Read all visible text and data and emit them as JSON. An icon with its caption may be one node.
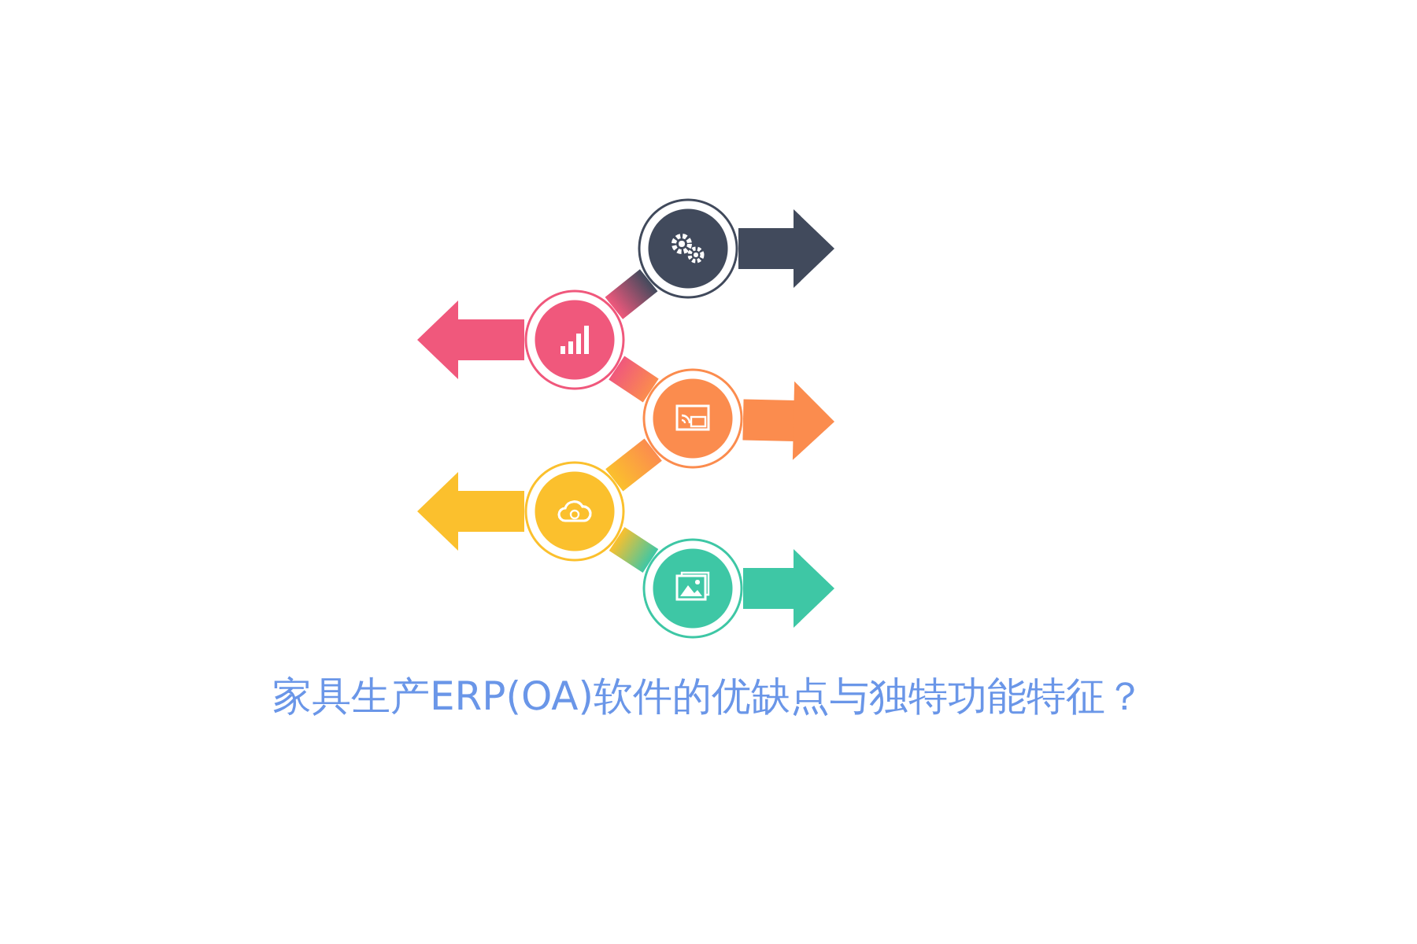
{
  "diagram": {
    "title": "家具生产ERP(OA)软件的优缺点与独特功能特征？",
    "nodes": [
      {
        "text": [],
        "shape": "circle"
      },
      {
        "text": [],
        "shape": "circle"
      },
      {
        "text": [],
        "shape": "circle"
      },
      {
        "text": [],
        "shape": "circle"
      },
      {
        "text": [],
        "shape": "circle"
      }
    ],
    "edges": [
      {
        "from": 0,
        "to": null,
        "arrow": "to",
        "color": "#414a5c"
      },
      {
        "from": 0,
        "to": 1,
        "arrow": "none"
      },
      {
        "from": 1,
        "to": null,
        "arrow": "to",
        "color": "#f0587c"
      },
      {
        "from": 1,
        "to": 2,
        "arrow": "none"
      },
      {
        "from": 2,
        "to": null,
        "arrow": "to",
        "color": "#fb8c4e"
      },
      {
        "from": 2,
        "to": 3,
        "arrow": "none"
      },
      {
        "from": 3,
        "to": null,
        "arrow": "to",
        "color": "#fbc02d"
      },
      {
        "from": 3,
        "to": 4,
        "arrow": "none"
      },
      {
        "from": 4,
        "to": null,
        "arrow": "to",
        "color": "#3ec7a5"
      }
    ]
  }
}
